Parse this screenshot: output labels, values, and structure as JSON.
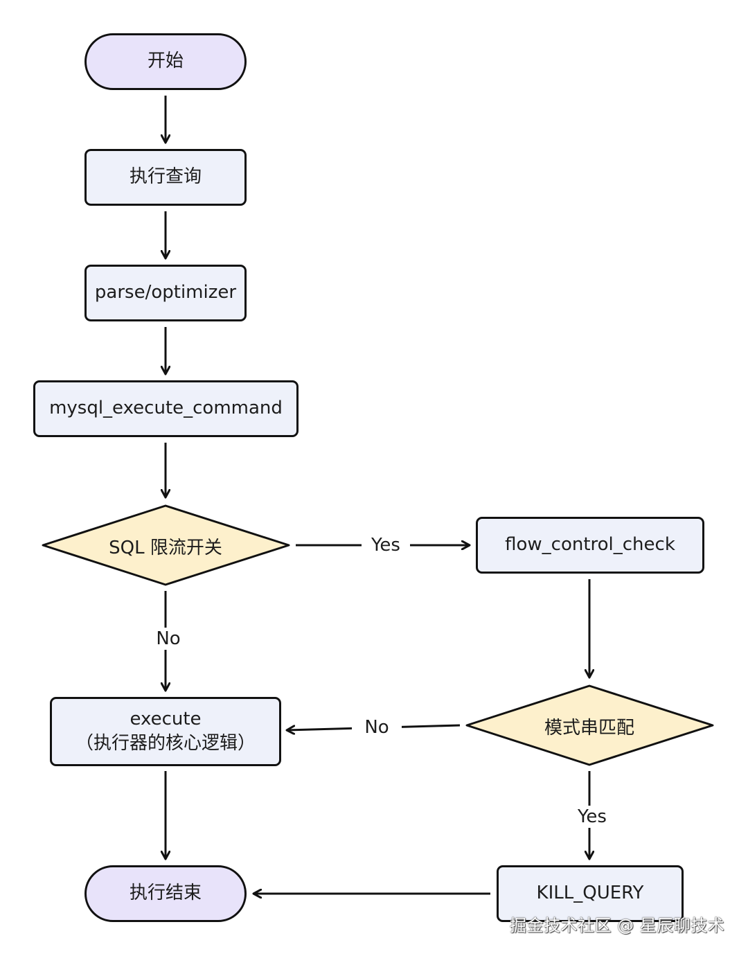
{
  "diagram": {
    "nodes": {
      "start": "开始",
      "execute_query": "执行查询",
      "parse_optimizer": "parse/optimizer",
      "mysql_execute_command": "mysql_execute_command",
      "sql_limit_switch": "SQL 限流开关",
      "flow_control_check": "flow_control_check",
      "pattern_match": "模式串匹配",
      "execute_line1": "execute",
      "execute_line2": "（执行器的核心逻辑）",
      "kill_query": "KILL_QUERY",
      "end": "执行结束"
    },
    "edge_labels": {
      "switch_yes": "Yes",
      "switch_no": "No",
      "match_no": "No",
      "match_yes": "Yes"
    },
    "colors": {
      "terminal_fill": "#e8e3fa",
      "process_fill": "#eef1fa",
      "decision_fill": "#fdf0cc",
      "stroke": "#111111"
    }
  },
  "watermark": "掘金技术社区 @ 星辰聊技术"
}
